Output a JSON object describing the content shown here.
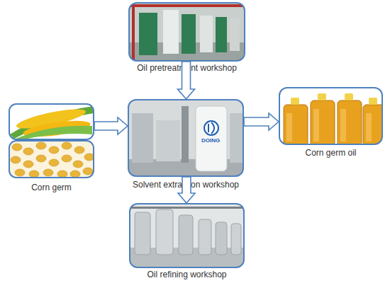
{
  "diagram": {
    "nodes": [
      {
        "text": [
          "Oil pretreatment workshop"
        ]
      },
      {
        "text": [
          "Corn germ"
        ]
      },
      {
        "text": [
          "Solvent extraction workshop"
        ]
      },
      {
        "text": [
          "Corn germ oil"
        ]
      },
      {
        "text": [
          "Oil refining workshop"
        ]
      }
    ],
    "edges": [
      {
        "from": 0,
        "to": 2,
        "arrow": "to"
      },
      {
        "from": 1,
        "to": 2,
        "arrow": "to"
      },
      {
        "from": 2,
        "to": 3,
        "arrow": "to"
      },
      {
        "from": 2,
        "to": 4,
        "arrow": "to"
      }
    ],
    "labels": [
      "DOING"
    ]
  }
}
